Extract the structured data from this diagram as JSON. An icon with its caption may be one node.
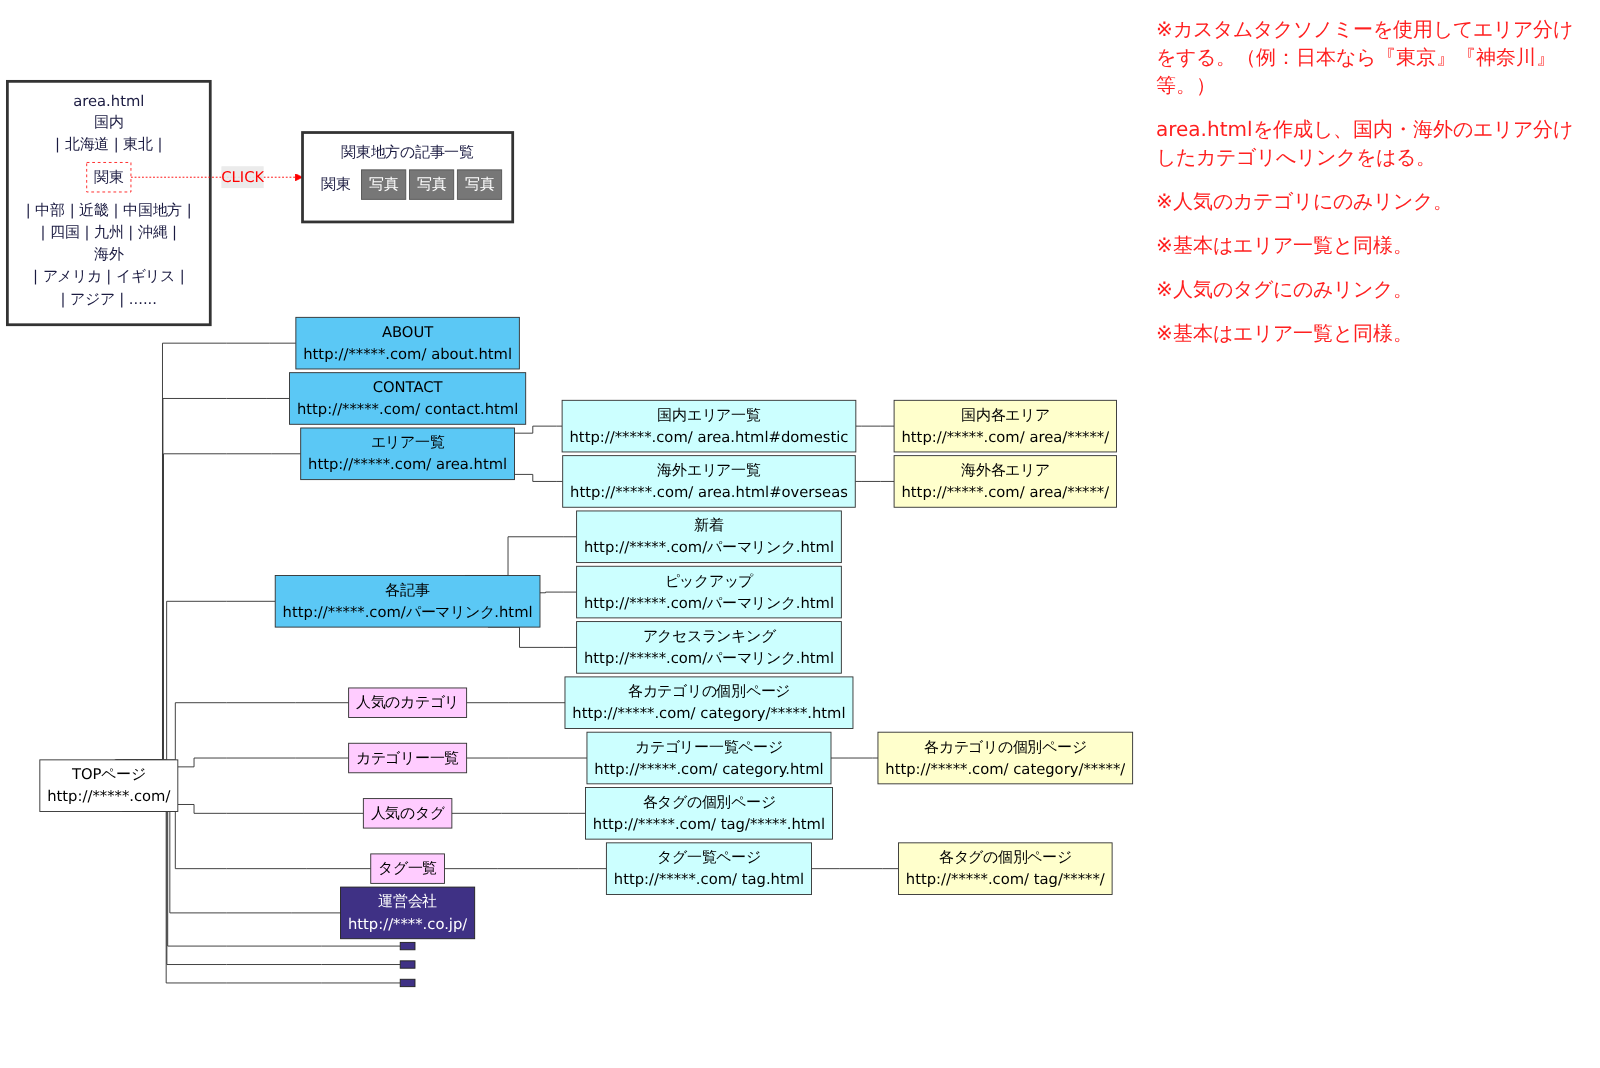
{
  "diagram": {
    "nodes": [
      {
        "text": [
          "TOPページ",
          "http://*****.com/"
        ]
      },
      {
        "text": [
          "ABOUT",
          "http://*****.com/ about.html"
        ]
      },
      {
        "text": [
          "CONTACT",
          "http://*****.com/ contact.html"
        ]
      },
      {
        "text": [
          "エリア一覧",
          "http://*****.com/ area.html"
        ]
      },
      {
        "text": [
          "国内エリア一覧",
          "http://*****.com/ area.html#domestic"
        ]
      },
      {
        "text": [
          "国内各エリア",
          "http://*****.com/ area/*****/"
        ]
      },
      {
        "text": [
          "海外エリア一覧",
          "http://*****.com/ area.html#overseas"
        ]
      },
      {
        "text": [
          "海外各エリア",
          "http://*****.com/ area/*****/"
        ]
      },
      {
        "text": [
          "各記事",
          "http://*****.com/パーマリンク.html"
        ]
      },
      {
        "text": [
          "新着",
          "http://*****.com/パーマリンク.html"
        ]
      },
      {
        "text": [
          "ピックアップ",
          "http://*****.com/パーマリンク.html"
        ]
      },
      {
        "text": [
          "アクセスランキング",
          "http://*****.com/パーマリンク.html"
        ]
      },
      {
        "text": [
          "人気のカテゴリ"
        ]
      },
      {
        "text": [
          "各カテゴリの個別ページ",
          "http://*****.com/ category/*****.html"
        ]
      },
      {
        "text": [
          "カテゴリー一覧"
        ]
      },
      {
        "text": [
          "カテゴリー一覧ページ",
          "http://*****.com/ category.html"
        ]
      },
      {
        "text": [
          "各カテゴリの個別ページ",
          "http://*****.com/ category/*****/"
        ]
      },
      {
        "text": [
          "人気のタグ"
        ]
      },
      {
        "text": [
          "各タグの個別ページ",
          "http://*****.com/ tag/*****.html"
        ]
      },
      {
        "text": [
          "タグ一覧"
        ]
      },
      {
        "text": [
          "タグ一覧ページ",
          "http://*****.com/ tag.html"
        ]
      },
      {
        "text": [
          "各タグの個別ページ",
          "http://*****.com/ tag/*****/"
        ]
      },
      {
        "text": [
          "運営会社",
          "http://****.co.jp/"
        ]
      },
      {
        "text": [],
        "shape": "box"
      },
      {
        "text": [],
        "shape": "box"
      },
      {
        "text": [],
        "shape": "box"
      },
      {
        "text": [
          "area.html"
        ]
      },
      {
        "text": [
          "国内",
          "| 北海道 | 東北 |"
        ],
        "in": 26
      },
      {
        "text": [
          "関東"
        ],
        "in": 26
      },
      {
        "text": [
          "| 中部 | 近畿 | 中国地方 |",
          "| 四国 | 九州 | 沖縄 |",
          "海外",
          "| アメリカ | イギリス |",
          "| アジア | ......"
        ],
        "in": 26
      },
      {
        "text": [
          "関東地方の記事一覧"
        ]
      },
      {
        "text": [
          "関東"
        ],
        "in": 30
      },
      {
        "text": [
          "写真"
        ],
        "in": 30
      },
      {
        "text": [
          "写真"
        ],
        "in": 30
      },
      {
        "text": [
          "写真"
        ],
        "in": 30
      }
    ],
    "edges": [
      {
        "from": 0,
        "to": 1,
        "arrow": "none"
      },
      {
        "from": 0,
        "to": 2,
        "arrow": "none"
      },
      {
        "from": 0,
        "to": 3,
        "arrow": "none"
      },
      {
        "from": 3,
        "to": 4,
        "arrow": "none"
      },
      {
        "from": 4,
        "to": 5,
        "arrow": "none"
      },
      {
        "from": 3,
        "to": 6,
        "arrow": "none"
      },
      {
        "from": 6,
        "to": 7,
        "arrow": "none"
      },
      {
        "from": 0,
        "to": 8,
        "arrow": "none"
      },
      {
        "from": 8,
        "to": 9,
        "arrow": "none"
      },
      {
        "from": 8,
        "to": 10,
        "arrow": "none"
      },
      {
        "from": 8,
        "to": 11,
        "arrow": "none"
      },
      {
        "from": 0,
        "to": 12,
        "arrow": "none"
      },
      {
        "from": 12,
        "to": 13,
        "arrow": "none"
      },
      {
        "from": 0,
        "to": 14,
        "arrow": "none"
      },
      {
        "from": 14,
        "to": 15,
        "arrow": "none"
      },
      {
        "from": 15,
        "to": 16,
        "arrow": "none"
      },
      {
        "from": 0,
        "to": 17,
        "arrow": "none"
      },
      {
        "from": 17,
        "to": 18,
        "arrow": "none"
      },
      {
        "from": 0,
        "to": 19,
        "arrow": "none"
      },
      {
        "from": 19,
        "to": 20,
        "arrow": "none"
      },
      {
        "from": 20,
        "to": 21,
        "arrow": "none"
      },
      {
        "from": 0,
        "to": 22,
        "arrow": "none"
      },
      {
        "from": 0,
        "to": 23,
        "arrow": "none"
      },
      {
        "from": 0,
        "to": 24,
        "arrow": "none"
      },
      {
        "from": 0,
        "to": 25,
        "arrow": "none"
      },
      {
        "from": 28,
        "to": 30,
        "label": "CLICK",
        "arrow": "to",
        "style": "dashed",
        "color": "#ff0000"
      }
    ],
    "labels": [
      "※カスタムタクソノミーを使用してエリア分けをする。（例：日本なら『東京』『神奈川』等。）",
      "area.htmlを作成し、国内・海外のエリア分けしたカテゴリへリンクをはる。",
      "※人気のカテゴリにのみリンク。",
      "※基本はエリア一覧と同様。",
      "※人気のタグにのみリンク。",
      "※基本はエリア一覧と同様。"
    ]
  }
}
